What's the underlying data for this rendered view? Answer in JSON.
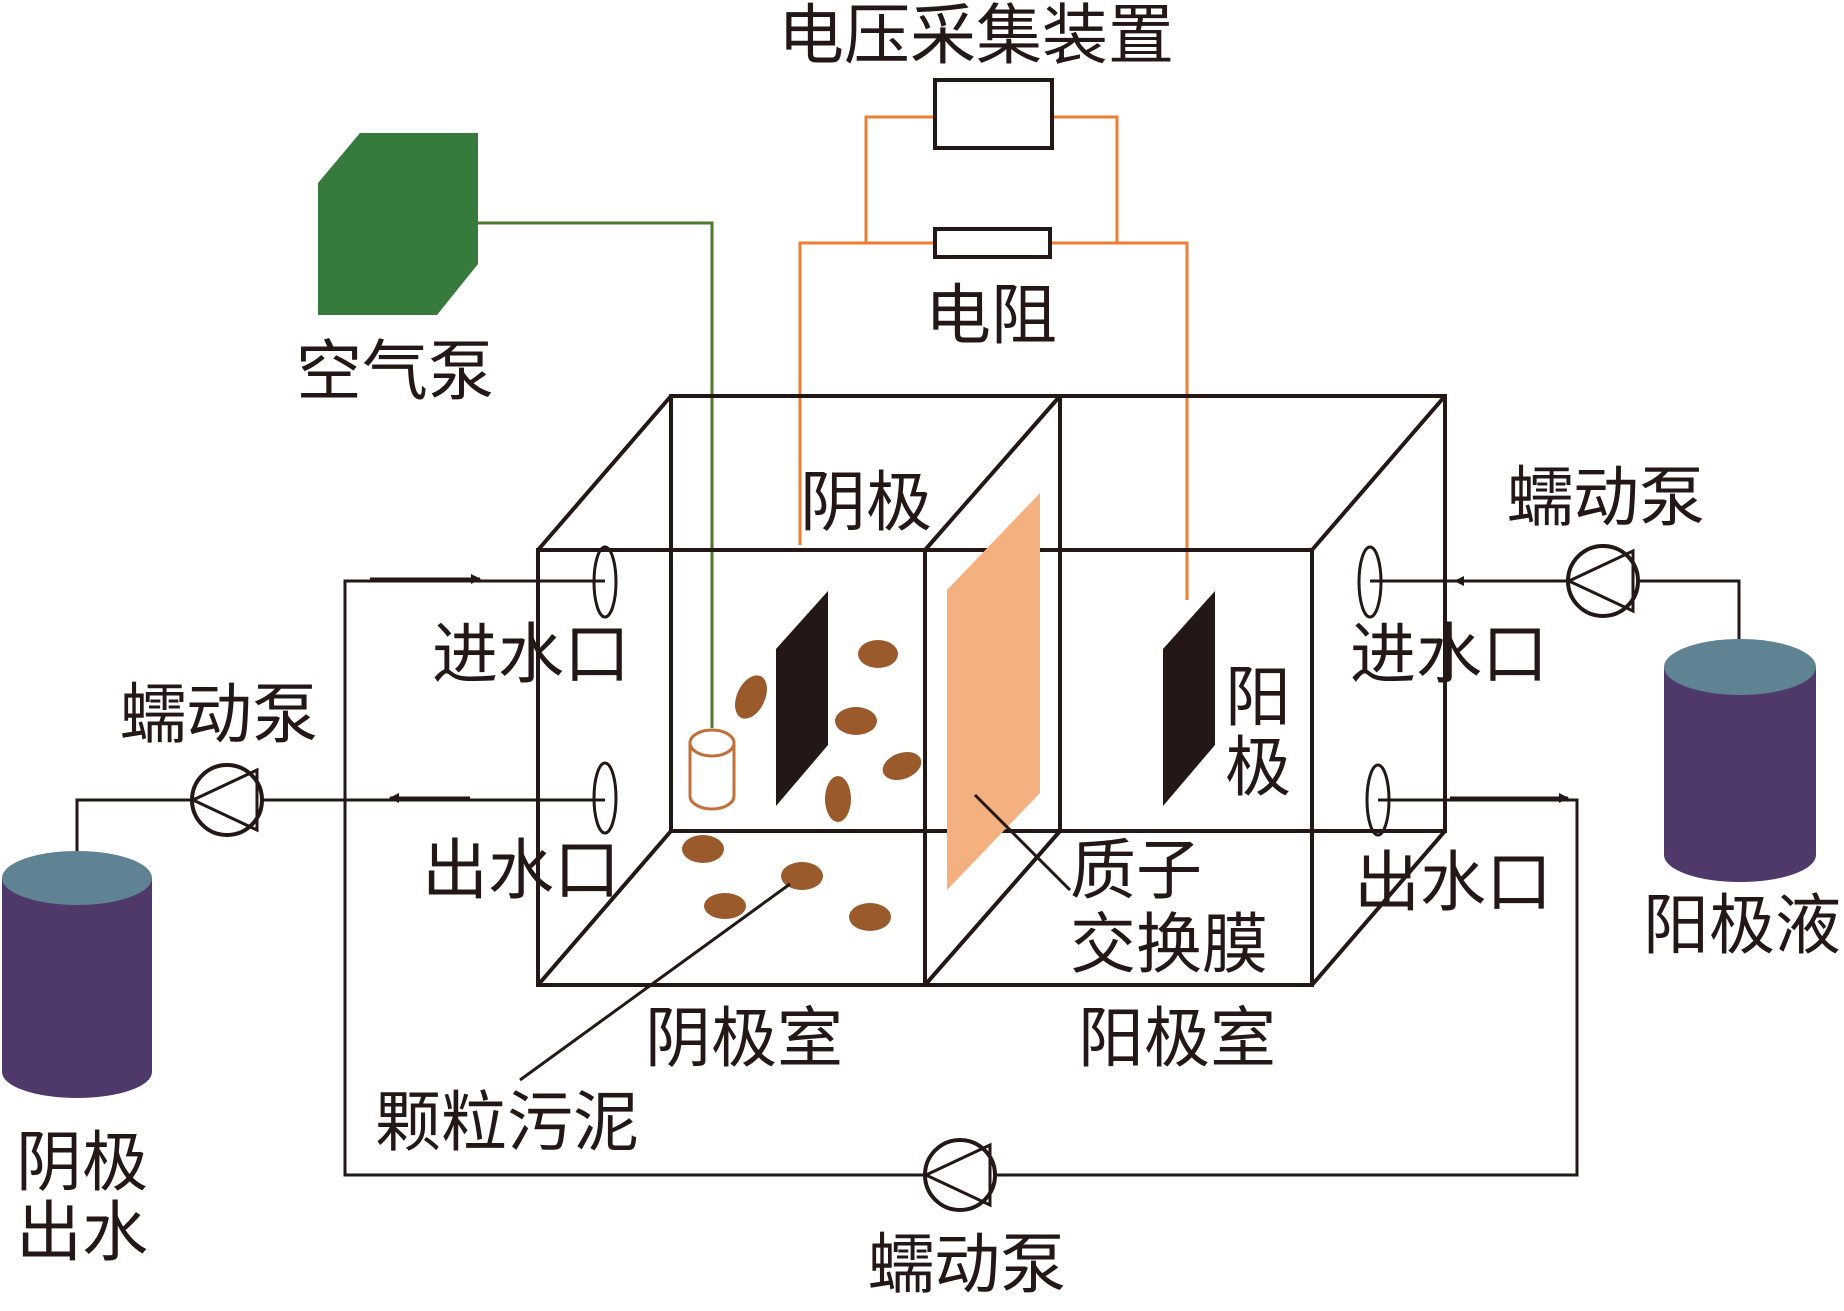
{
  "labels": {
    "voltage_collector": "电压采集装置",
    "resistor": "电阻",
    "air_pump": "空气泵",
    "cathode": "阴极",
    "anode_char1": "阳",
    "anode_char2": "极",
    "peristaltic_pump_right": "蠕动泵",
    "peristaltic_pump_left": "蠕动泵",
    "peristaltic_pump_bottom": "蠕动泵",
    "inlet_left": "进水口",
    "outlet_left": "出水口",
    "inlet_right": "进水口",
    "outlet_right": "出水口",
    "pem_line1": "质子",
    "pem_line2": "交换膜",
    "cathode_chamber": "阴极室",
    "anode_chamber": "阳极室",
    "granular_sludge": "颗粒污泥",
    "cathode_effluent_line1": "阴极",
    "cathode_effluent_line2": "出水",
    "anolyte": "阳极液"
  },
  "colors": {
    "frame": "#231815",
    "wire": "#ed7d31",
    "air_pump": "#367a3c",
    "air_line": "#4e7a2e",
    "pem": "#f5b07f",
    "electrode": "#231815",
    "sludge": "#9a5a2c",
    "tank_body": "#4f386a",
    "tank_top": "#5f8392"
  },
  "icons": [
    "peristaltic-pump-icon",
    "air-pump-icon",
    "resistor-icon",
    "voltage-collector-icon",
    "tank-icon"
  ]
}
